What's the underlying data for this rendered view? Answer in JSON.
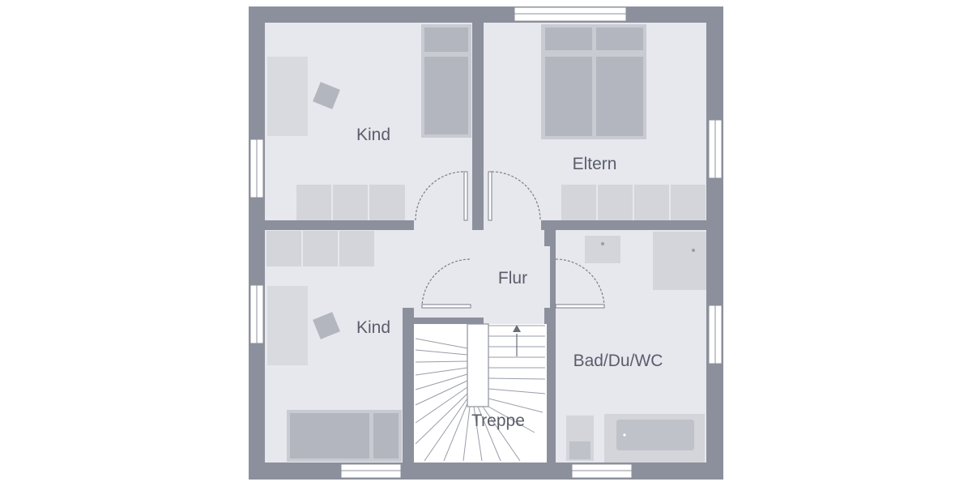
{
  "floorplan": {
    "colors": {
      "wall": "#8c909c",
      "floor": "#e7e8ee",
      "furniture": "#c9cbd2",
      "furniture_dark": "#b3b6be",
      "window_frame": "#ffffff",
      "stair": "#ffffff",
      "label": "#5a5e6a"
    },
    "rooms": {
      "kind_top": "Kind",
      "eltern": "Eltern",
      "flur": "Flur",
      "kind_bottom": "Kind",
      "bad": "Bad/Du/WC",
      "treppe": "Treppe"
    },
    "icons": {
      "stair_arrow": "arrow-up-icon"
    }
  }
}
